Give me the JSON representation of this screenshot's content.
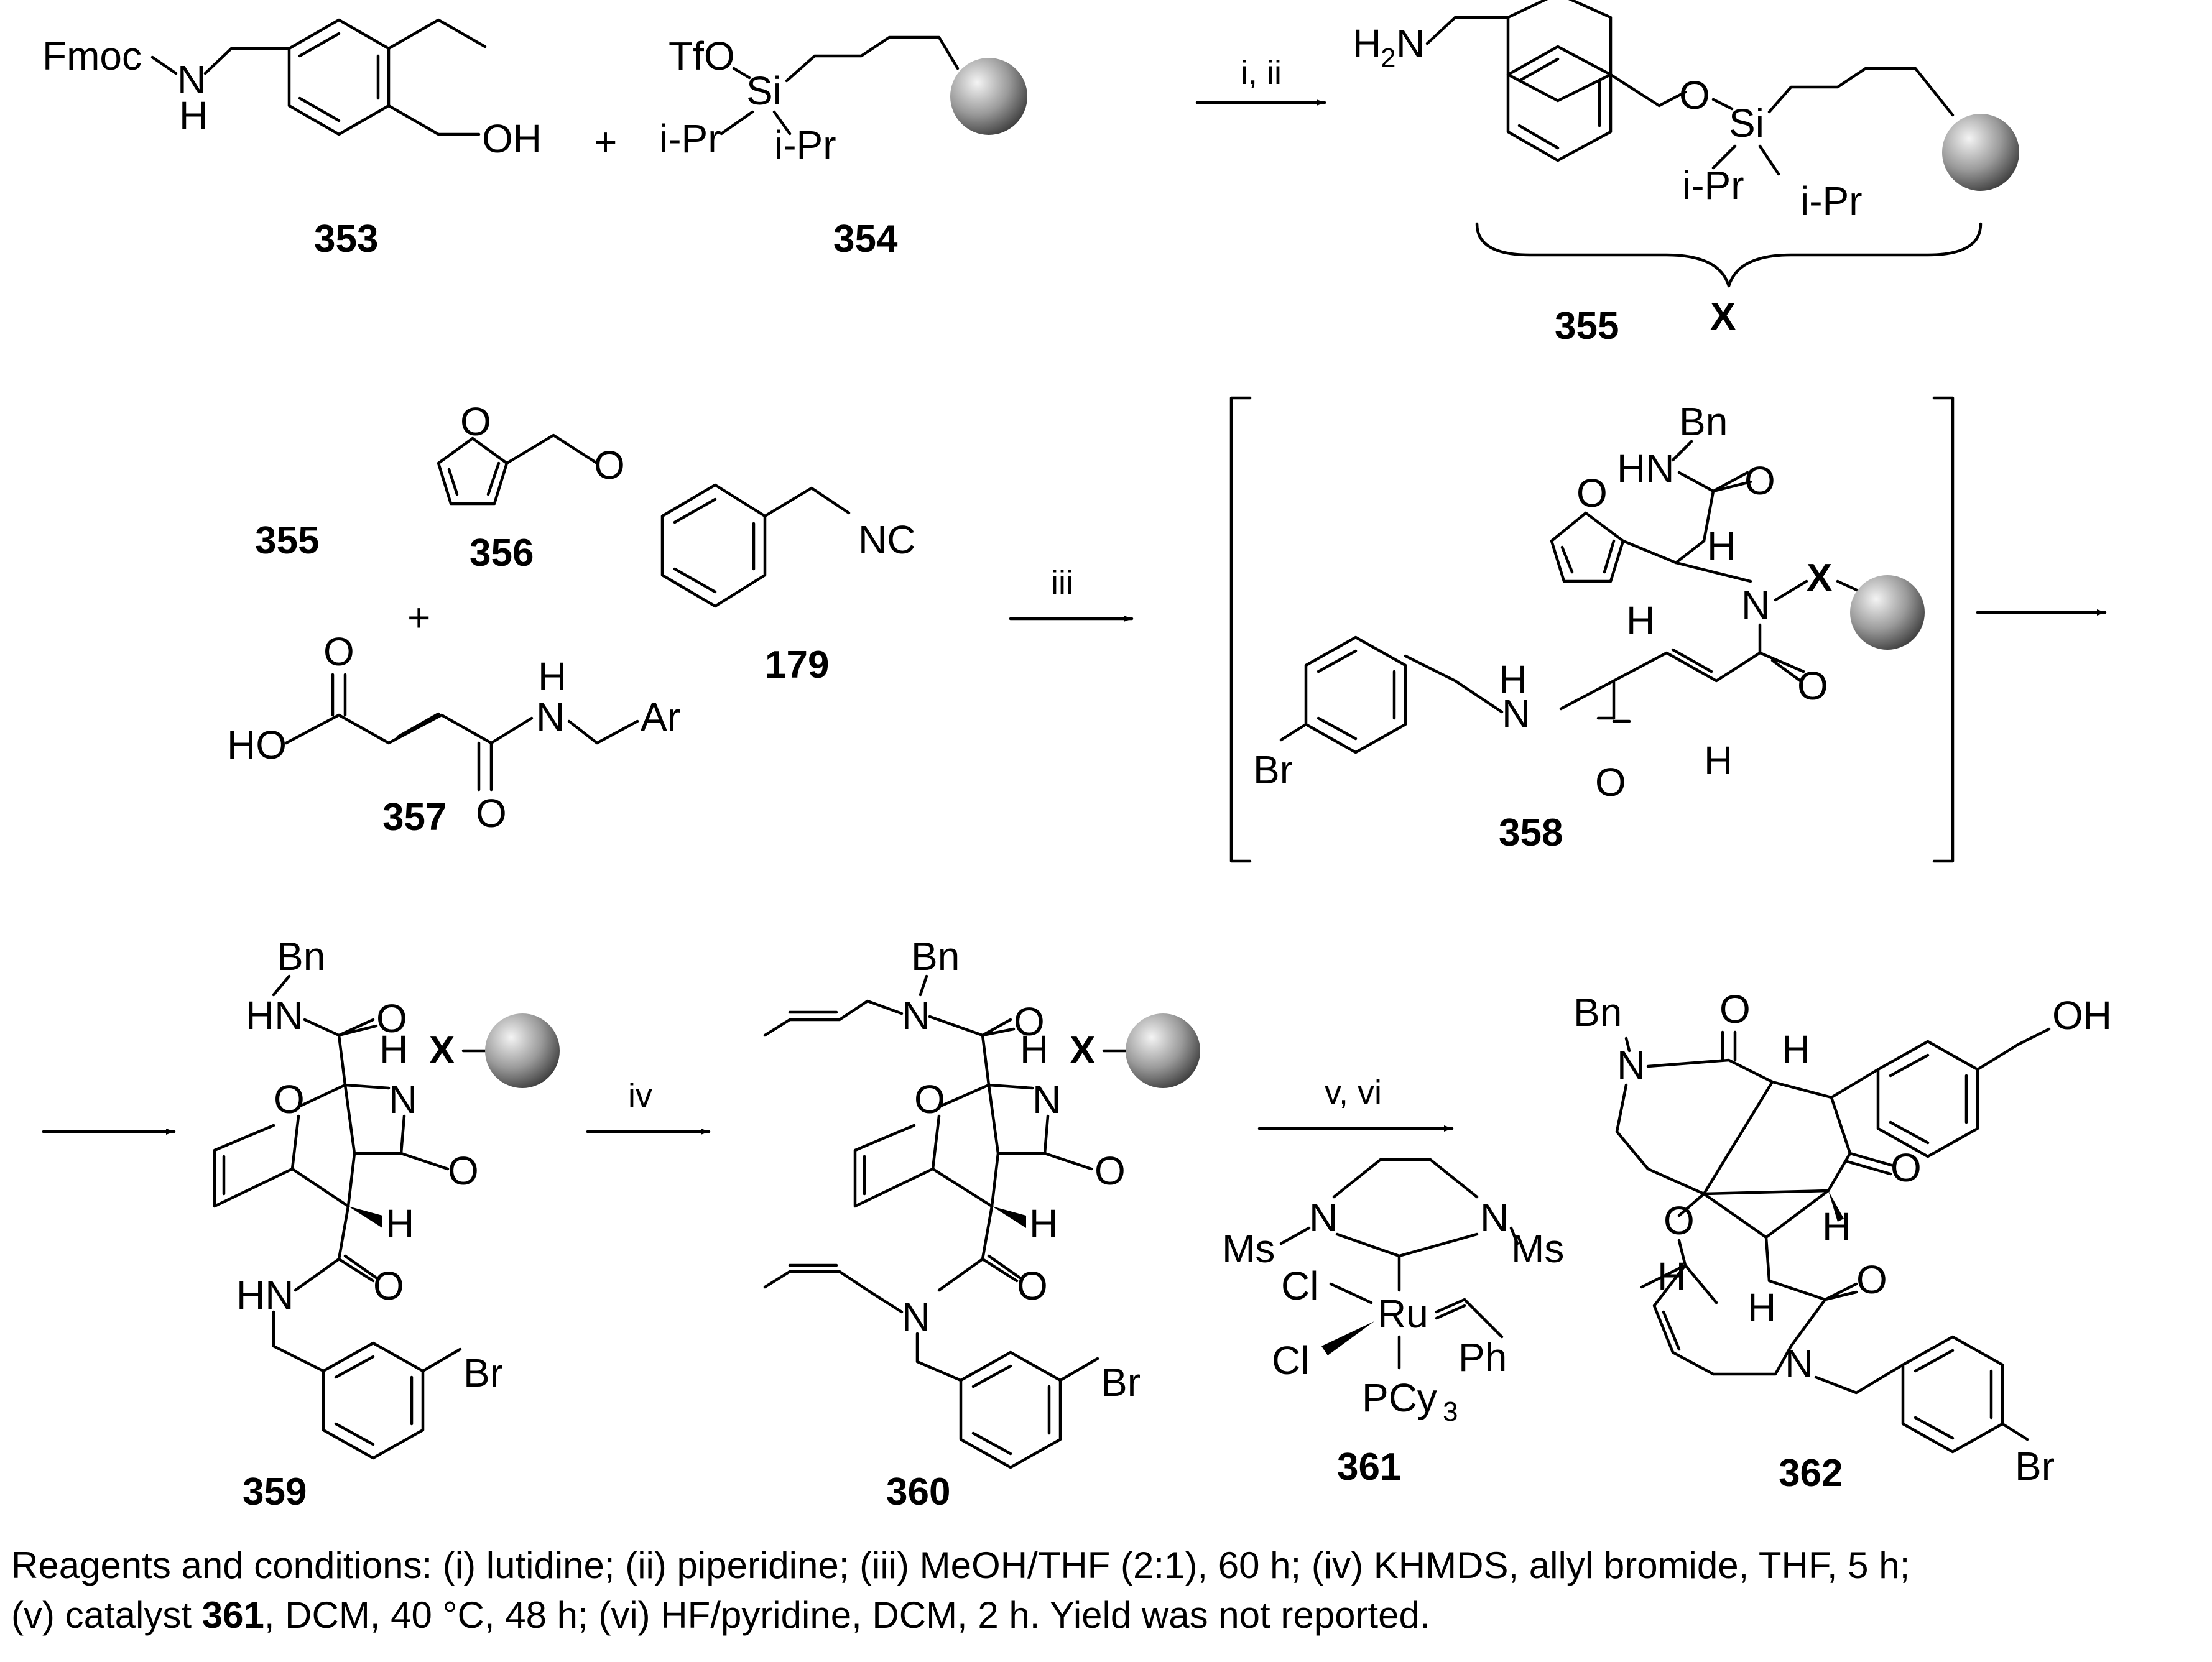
{
  "compounds": {
    "c353": "353",
    "c354": "354",
    "c355": "355",
    "c355b": "355",
    "c356": "356",
    "c357": "357",
    "c179": "179",
    "c358": "358",
    "c359": "359",
    "c360": "360",
    "c361": "361",
    "c362": "362"
  },
  "arrows": {
    "step1": "i, ii",
    "step2": "iii",
    "step3": "",
    "step4": "iv",
    "step5": "v, vi"
  },
  "plus": "+",
  "resin_linker": "X",
  "labels": {
    "fmoc": "Fmoc",
    "n": "N",
    "h": "H",
    "oh": "OH",
    "tfo": "TfO",
    "si": "Si",
    "ipr": "i-Pr",
    "h2n": "H",
    "two": "2",
    "o": "O",
    "nc": "NC",
    "ho": "HO",
    "ar": "Ar",
    "bn": "Bn",
    "hn": "HN",
    "br": "Br",
    "ms": "Ms",
    "cl": "Cl",
    "ru": "Ru",
    "ph": "Ph",
    "pcy": "PCy",
    "three": "3"
  },
  "footnote": {
    "line1": "Reagents and conditions: (i) lutidine; (ii) piperidine; (iii) MeOH/THF (2:1), 60 h; (iv) KHMDS, allyl bromide, THF, 5 h;",
    "line2_a": "(v) catalyst ",
    "line2_b": "361",
    "line2_c": ", DCM, 40 °C, 48 h; (vi) HF/pyridine, DCM, 2 h. Yield was not reported."
  }
}
